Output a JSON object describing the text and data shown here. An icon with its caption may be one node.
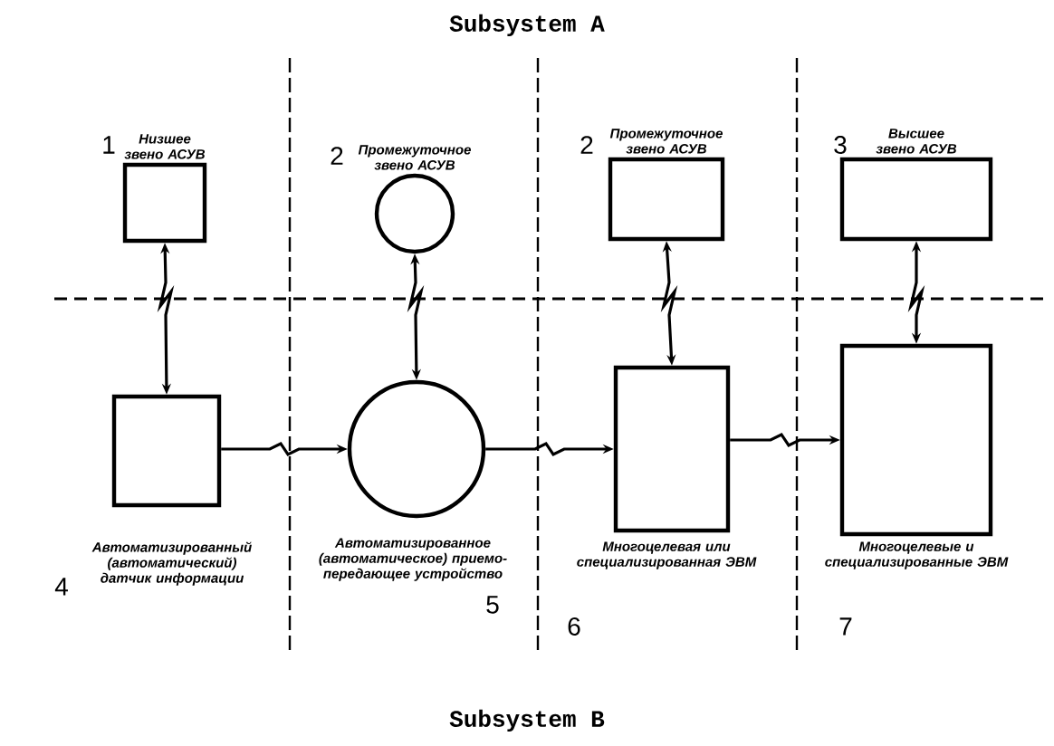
{
  "diagram": {
    "title": "Subsystem A",
    "caption": "Subsystem B",
    "nodes": [
      {
        "text": [
          "Низшее звено АСУВ"
        ],
        "beside": [
          "1"
        ]
      },
      {
        "text": [
          "Промежуточное звено АСУВ"
        ],
        "beside": [
          "2"
        ]
      },
      {
        "text": [
          "Промежуточное звено АСУВ"
        ],
        "beside": [
          "2"
        ]
      },
      {
        "text": [
          "Высшее звено АСУВ"
        ],
        "beside": [
          "3"
        ]
      },
      {
        "text": [
          "Автоматизированный (автоматический) датчик информации"
        ],
        "beside": [
          "4"
        ]
      },
      {
        "text": [
          "Автоматизированное (автоматическое) приемо-передающее устройство"
        ],
        "beside": [
          "5"
        ]
      },
      {
        "text": [
          "Многоцелевая или специализированная ЭВМ"
        ],
        "beside": [
          "6"
        ]
      },
      {
        "text": [
          "Многоцелевые и специализированные ЭВМ"
        ],
        "beside": [
          "7"
        ]
      }
    ],
    "edges": [
      {
        "from": 0,
        "to": 4,
        "arrow": "both"
      },
      {
        "from": 1,
        "to": 5,
        "arrow": "both"
      },
      {
        "from": 2,
        "to": 6,
        "arrow": "both"
      },
      {
        "from": 3,
        "to": 7,
        "arrow": "both"
      },
      {
        "from": 4,
        "to": 5,
        "arrow": "to"
      },
      {
        "from": 5,
        "to": 6,
        "arrow": "to"
      },
      {
        "from": 6,
        "to": 7,
        "arrow": "to"
      }
    ]
  }
}
